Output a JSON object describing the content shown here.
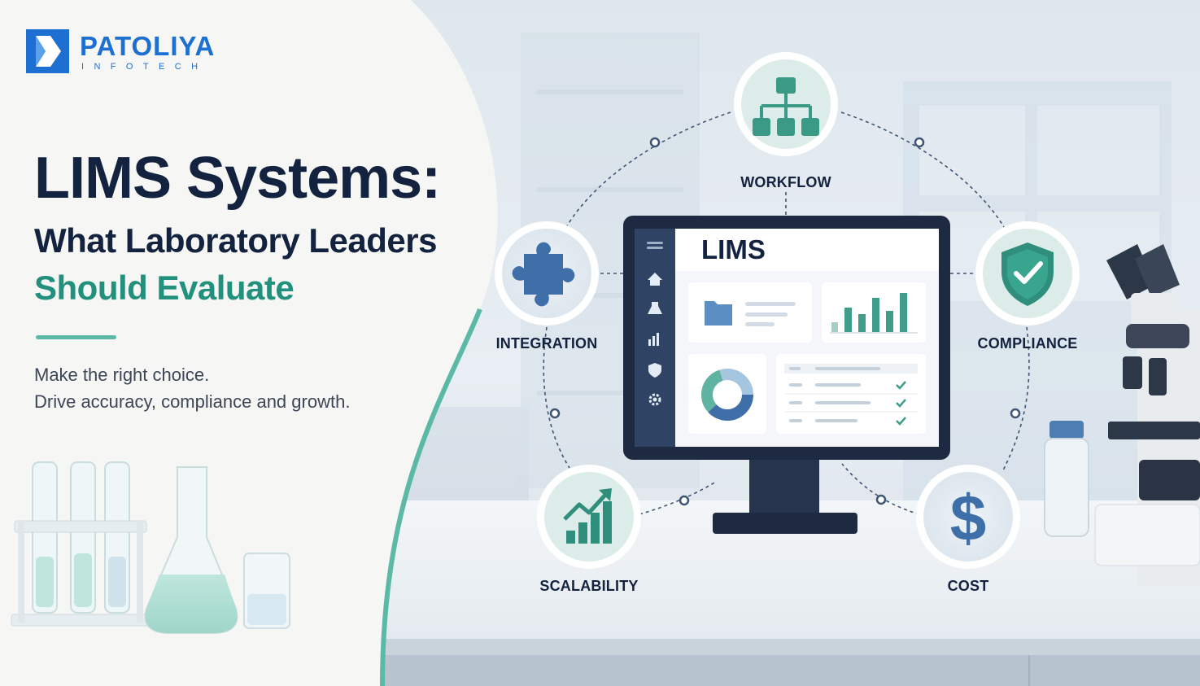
{
  "brand": {
    "name": "PATOLIYA",
    "tagline": "INFOTECH"
  },
  "headline": {
    "line1": "LIMS Systems:",
    "line2": "What Laboratory Leaders",
    "line3": "Should Evaluate"
  },
  "tagline": {
    "line1": "Make the right choice.",
    "line2": "Drive accuracy, compliance and growth."
  },
  "screen": {
    "title": "LIMS"
  },
  "features": {
    "workflow": "WORKFLOW",
    "integration": "INTEGRATION",
    "compliance": "COMPLIANCE",
    "scalability": "SCALABILITY",
    "cost": "COST"
  },
  "colors": {
    "navy": "#13223f",
    "teal": "#21907c",
    "brand_blue": "#1d6fd1",
    "icon_blue": "#3f6fa8"
  }
}
